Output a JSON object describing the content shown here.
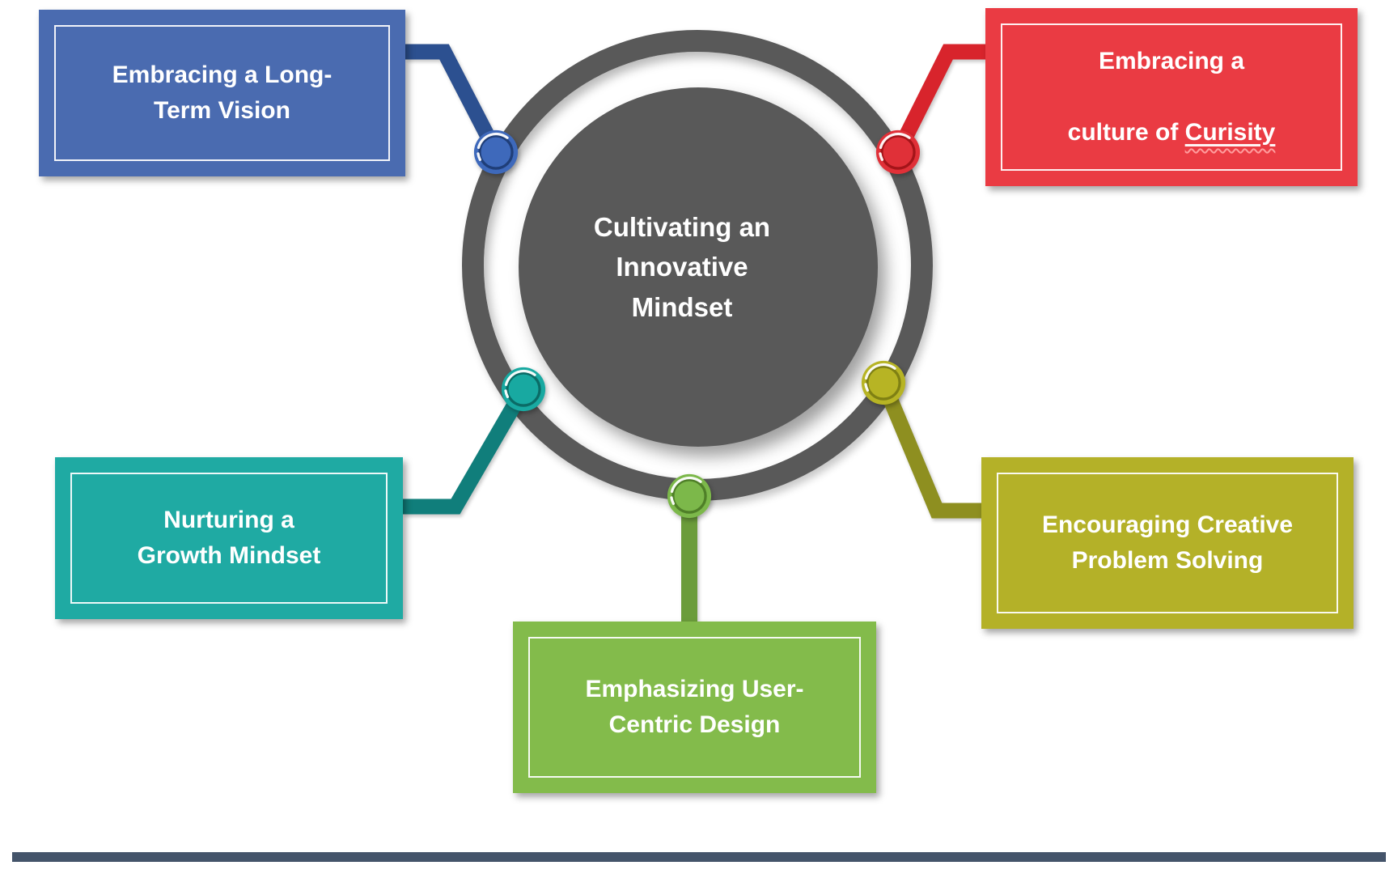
{
  "background_color": "#ffffff",
  "center": {
    "label": "Cultivating an\nInnovative\nMindset",
    "fill": "#595959",
    "ring_color": "#595959",
    "text_color": "#ffffff"
  },
  "nodes": [
    {
      "id": "long-term-vision",
      "label": "Embracing a Long-\nTerm Vision",
      "position": "top-left",
      "fill": "#4A6BB0",
      "connector_color": "#2C5090",
      "dot_fill": "#3E69BB",
      "dot_ring": "#1F3E78"
    },
    {
      "id": "culture-of-curiosity",
      "line1": "Embracing a",
      "line2_prefix": "culture of ",
      "misspelled_word": "Curisity",
      "spellcheck_underline": true,
      "position": "top-right",
      "fill": "#EA3B43",
      "connector_color": "#D8242C",
      "dot_fill": "#E03038",
      "dot_ring": "#A41419"
    },
    {
      "id": "growth-mindset",
      "label": "Nurturing a\nGrowth Mindset",
      "position": "middle-left",
      "fill": "#1FAAA3",
      "connector_color": "#107E7B",
      "dot_fill": "#18A9A1",
      "dot_ring": "#0B6B66"
    },
    {
      "id": "creative-problem-solving",
      "label": "Encouraging Creative\nProblem Solving",
      "position": "middle-right",
      "fill": "#B4B128",
      "connector_color": "#8E8F20",
      "dot_fill": "#B7B424",
      "dot_ring": "#7F8013"
    },
    {
      "id": "user-centric-design",
      "label": "Emphasizing User-\nCentric Design",
      "position": "bottom-center",
      "fill": "#83BB4B",
      "connector_color": "#6B9C3B",
      "dot_fill": "#7CB84A",
      "dot_ring": "#4F7F28"
    }
  ],
  "footer": {
    "bar_color": "#44546A"
  }
}
